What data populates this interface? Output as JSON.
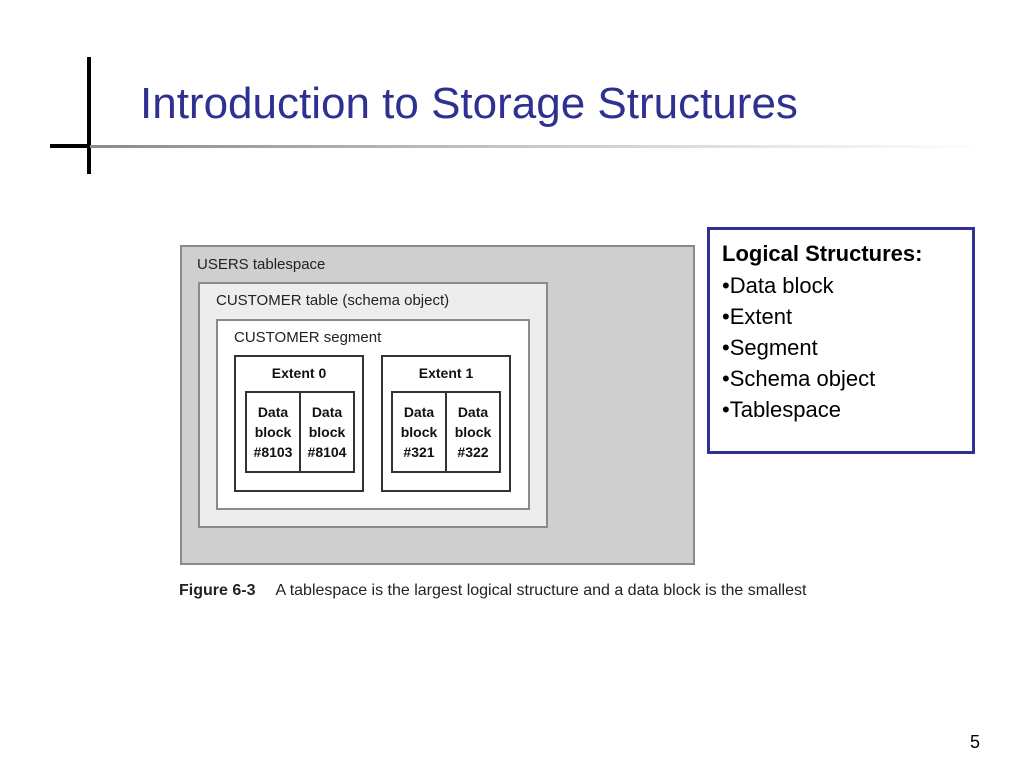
{
  "slide": {
    "title": "Introduction to Storage Structures",
    "page_number": "5"
  },
  "diagram": {
    "tablespace_label": "USERS tablespace",
    "table_label": "CUSTOMER table (schema object)",
    "segment_label": "CUSTOMER segment",
    "extents": [
      {
        "label": "Extent 0",
        "blocks": [
          "Data\nblock\n#8103",
          "Data\nblock\n#8104"
        ]
      },
      {
        "label": "Extent 1",
        "blocks": [
          "Data\nblock\n#321",
          "Data\nblock\n#322"
        ]
      }
    ],
    "caption_number": "Figure 6-3",
    "caption_text": "A tablespace is the largest logical structure and a data block is the smallest"
  },
  "logical_structures": {
    "heading": "Logical Structures:",
    "items": [
      "•Data block",
      "•Extent",
      "•Segment",
      "•Schema object",
      "•Tablespace"
    ]
  },
  "colors": {
    "title": "#2e3192",
    "box_border": "#2e3192"
  }
}
